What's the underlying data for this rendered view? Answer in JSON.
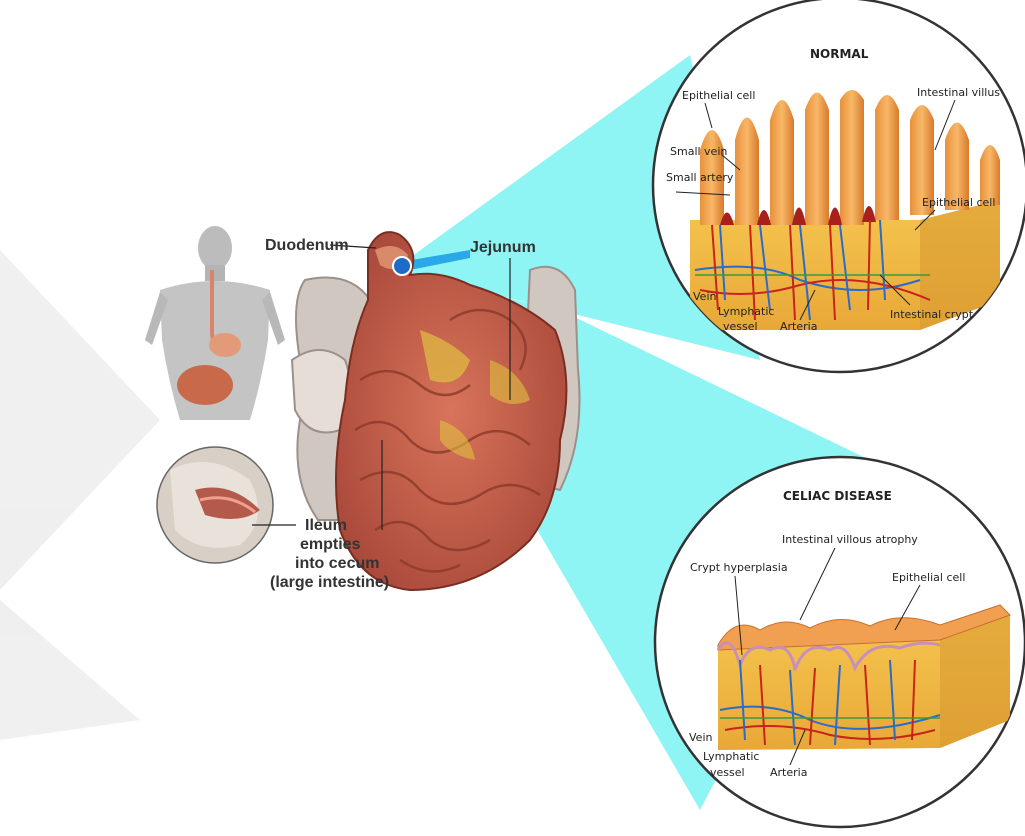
{
  "anatomy": {
    "duodenum": "Duodenum",
    "jejunum": "Jejunum",
    "ileum_line1": "Ileum",
    "ileum_line2": "empties",
    "ileum_line3": "into cecum",
    "ileum_line4": "(large intestine)"
  },
  "normal": {
    "title": "NORMAL",
    "epithelial_cell_top": "Epithelial cell",
    "intestinal_villus": "Intestinal villus",
    "small_vein": "Small vein",
    "small_artery": "Small artery",
    "epithelial_cell_right": "Epithelial cell",
    "vein": "Vein",
    "lymphatic_line1": "Lymphatic",
    "lymphatic_line2": "vessel",
    "arteria": "Arteria",
    "intestinal_crypt": "Intestinal crypt"
  },
  "celiac": {
    "title": "CELIAC DISEASE",
    "villous_atrophy": "Intestinal villous atrophy",
    "crypt_hyperplasia": "Crypt hyperplasia",
    "epithelial_cell": "Epithelial cell",
    "vein": "Vein",
    "lymphatic_line1": "Lymphatic",
    "lymphatic_line2": "vessel",
    "arteria": "Arteria"
  },
  "colors": {
    "zoom_wedge": "#8ff4f4",
    "tissue_orange": "#f0a040",
    "tissue_base": "#f2c24a",
    "intestine": "#c9624a",
    "vein_blue": "#2a6cc8",
    "artery_red": "#c8241c"
  }
}
